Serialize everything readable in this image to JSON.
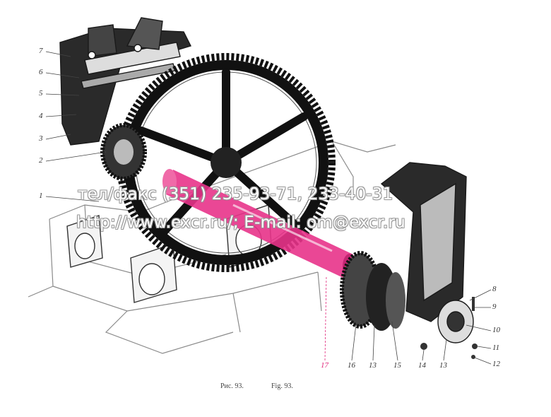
{
  "labels": {
    "l1": "1",
    "l2": "2",
    "l3": "3",
    "l4": "4",
    "l5": "5",
    "l6": "6",
    "l7": "7",
    "l8": "8",
    "l9": "9",
    "l10": "10",
    "l11": "11",
    "l12": "12",
    "l13a": "13",
    "l13b": "13",
    "l14": "14",
    "l15": "15",
    "l16": "16",
    "l17": "17"
  },
  "watermark": {
    "line1": "тел/факс (351) 235-93-71, 233-40-31",
    "line2": "http://www.excr.ru/; E-mail: om@excr.ru"
  },
  "caption": {
    "ru": "Рис. 93.",
    "en": "Fig. 93."
  },
  "colors": {
    "ink": "#1a1a1a",
    "highlight": "#e8338a",
    "paper": "#ffffff"
  }
}
